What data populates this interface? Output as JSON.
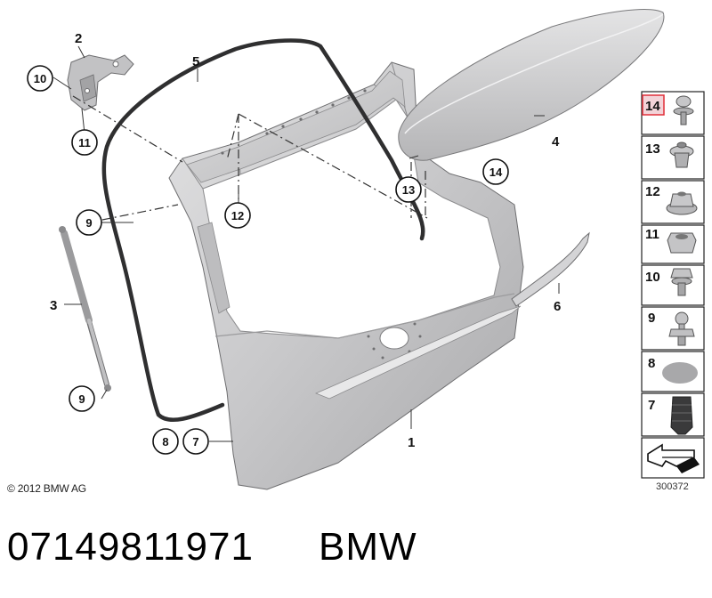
{
  "callouts": {
    "c1": "1",
    "c2": "2",
    "c3": "3",
    "c4": "4",
    "c5": "5",
    "c6": "6",
    "c7": "7",
    "c8": "8",
    "c9a": "9",
    "c9b": "9",
    "c10": "10",
    "c11": "11",
    "c12": "12",
    "c13": "13",
    "c14": "14"
  },
  "legend": [
    {
      "label": "14",
      "highlighted": true
    },
    {
      "label": "13"
    },
    {
      "label": "12"
    },
    {
      "label": "11"
    },
    {
      "label": "10"
    },
    {
      "label": "9"
    },
    {
      "label": "8"
    },
    {
      "label": "7"
    }
  ],
  "copyright": "© 2012 BMW AG",
  "diagram_number": "300372",
  "part_number": "07149811971",
  "brand": "BMW",
  "colors": {
    "highlight": "#e0303a",
    "highlight_fill": "#f3d3d8",
    "panel": "#c9c9cb",
    "panel_dark": "#9b9b9d",
    "seal": "#333333"
  }
}
